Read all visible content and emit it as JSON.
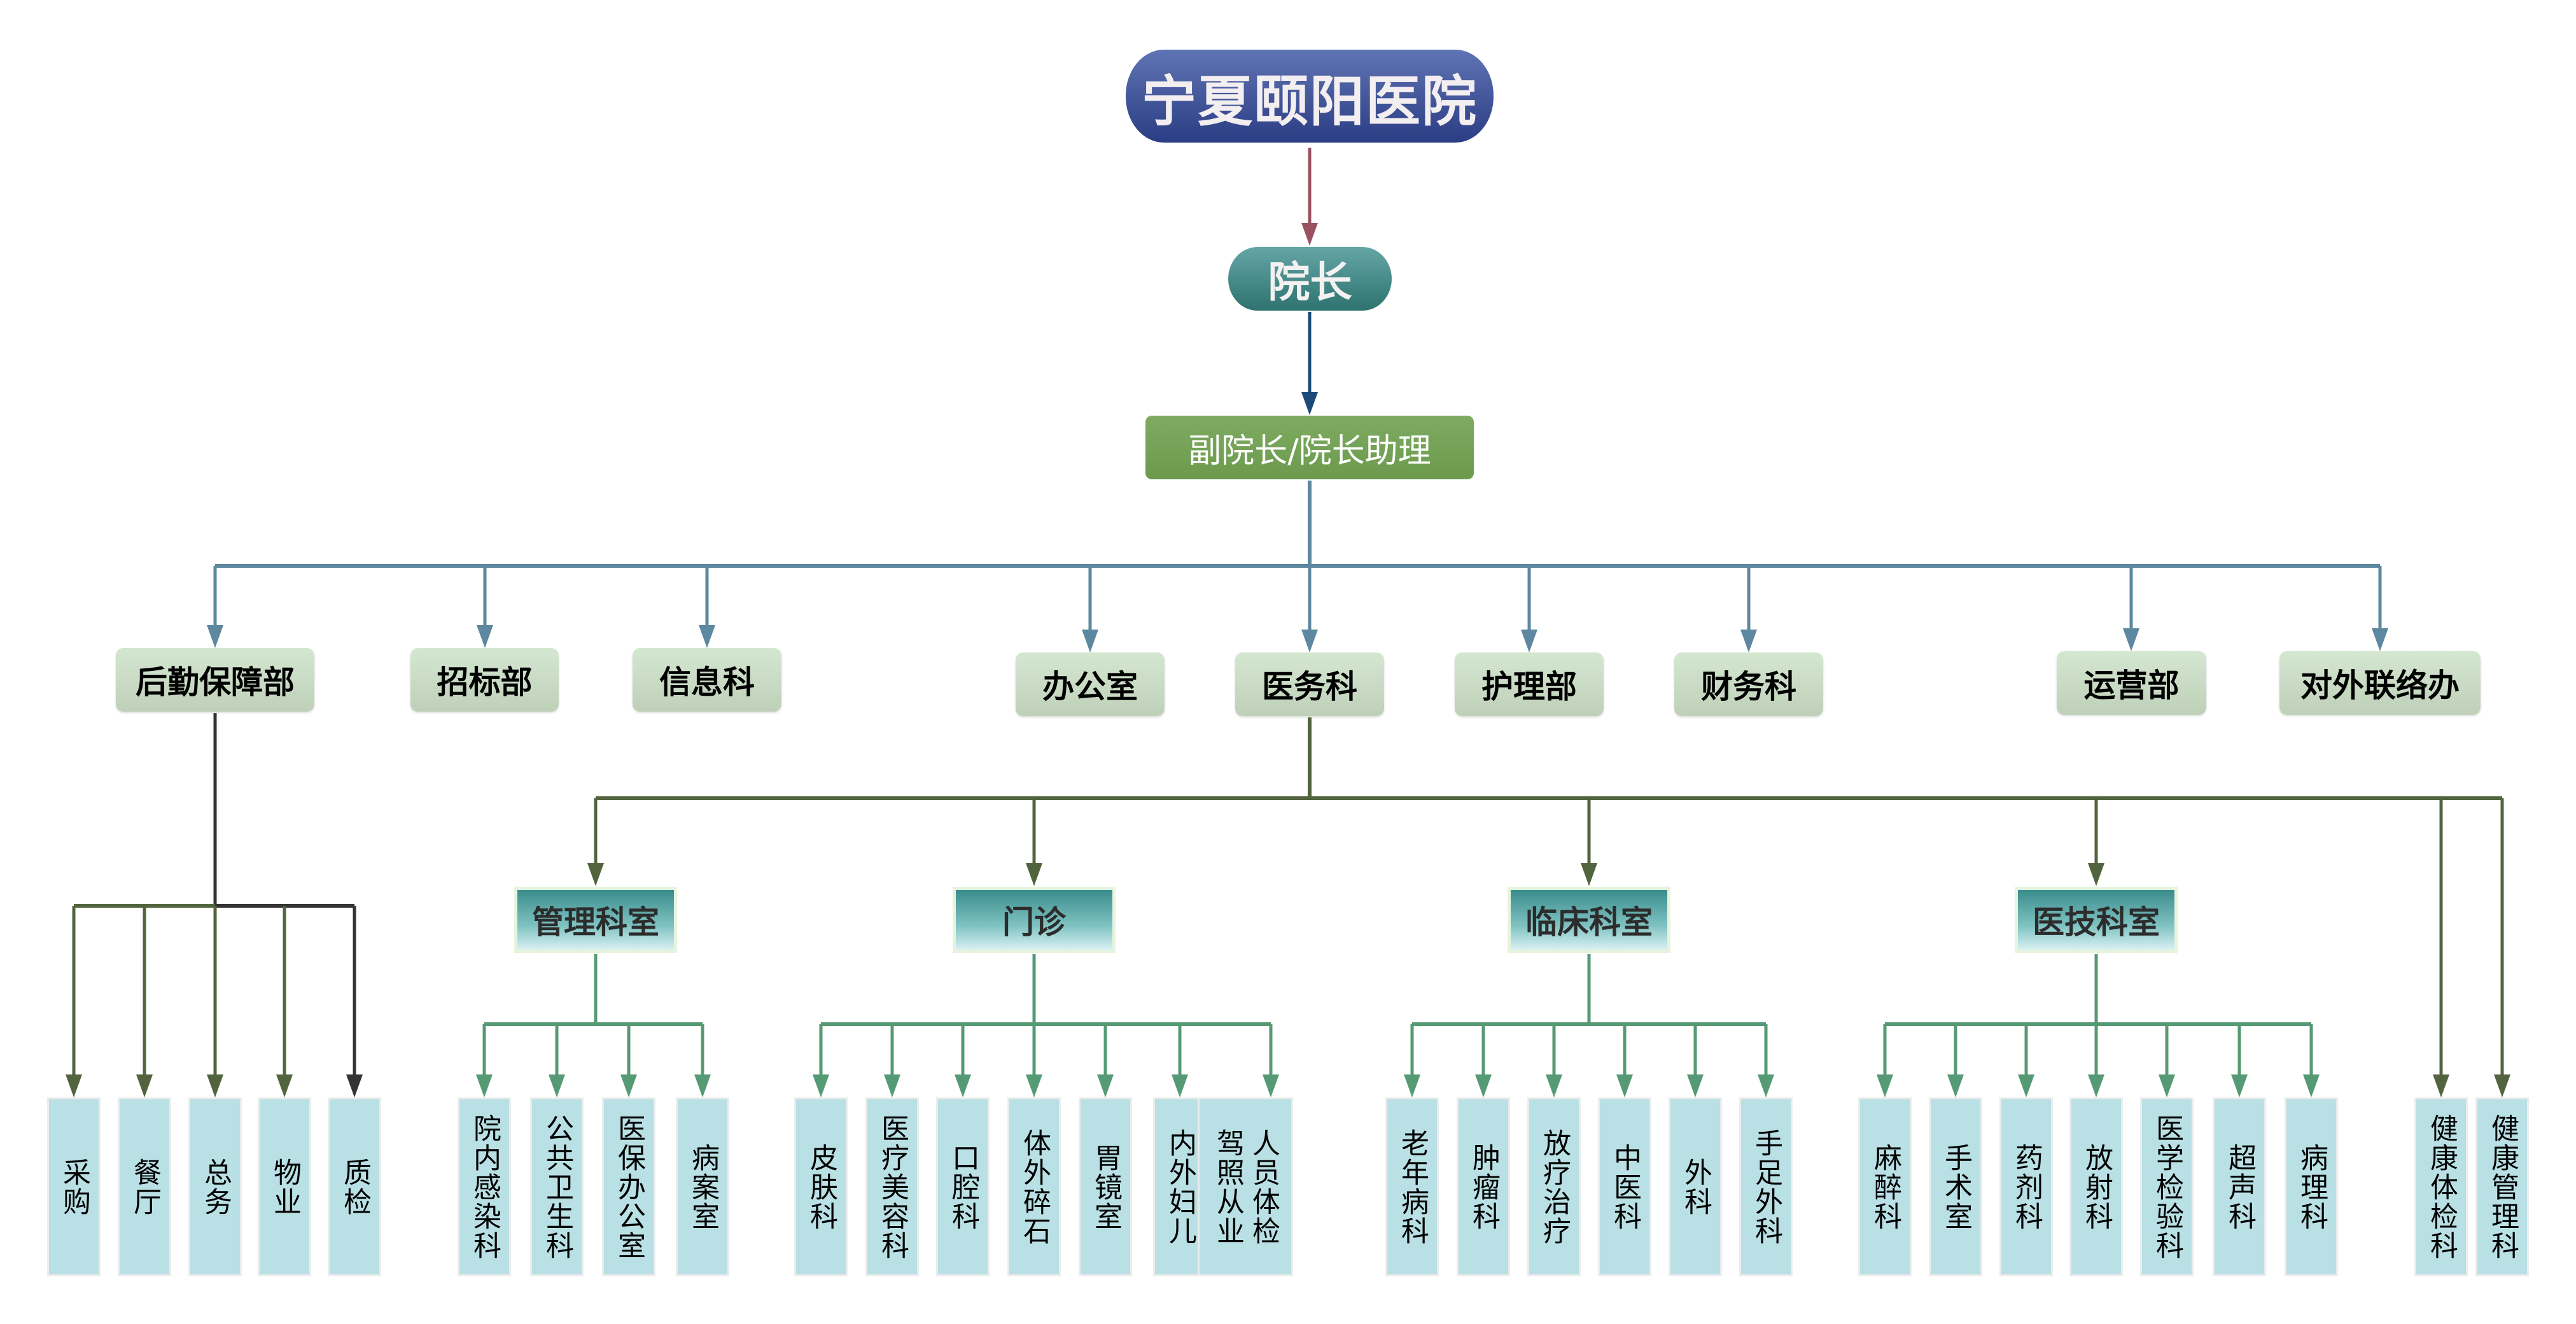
{
  "title": "宁夏颐阳医院",
  "dean": "院长",
  "vice": "副院长/院长助理",
  "colors": {
    "title_arrow": "#9a5260",
    "dean_arrow": "#1d4a78",
    "dept_lines": "#5e87a0",
    "logistics_lines": "#52643e",
    "logistics_last": "#333333",
    "medical_lines": "#52643e",
    "leaf_lines": "#559a74"
  },
  "departments": [
    {
      "label": "后勤保障部"
    },
    {
      "label": "招标部"
    },
    {
      "label": "信息科"
    },
    {
      "label": "办公室"
    },
    {
      "label": "医务科"
    },
    {
      "label": "护理部"
    },
    {
      "label": "财务科"
    },
    {
      "label": "运营部"
    },
    {
      "label": "对外联络办"
    }
  ],
  "logistics_units": [
    {
      "label": "采购"
    },
    {
      "label": "餐厅"
    },
    {
      "label": "总务"
    },
    {
      "label": "物业"
    },
    {
      "label": "质检"
    }
  ],
  "categories": [
    {
      "label": "管理科室",
      "units": [
        {
          "label": "院内感染科"
        },
        {
          "label": "公共卫生科"
        },
        {
          "label": "医保办公室"
        },
        {
          "label": "病案室"
        }
      ]
    },
    {
      "label": "门诊",
      "units": [
        {
          "label": "皮肤科"
        },
        {
          "label": "医疗美容科"
        },
        {
          "label": "口腔科"
        },
        {
          "label": "体外碎石"
        },
        {
          "label": "胃镜室"
        },
        {
          "label": "内外妇儿"
        },
        {
          "label": "驾照从业人员体检",
          "columns": [
            "人员体检",
            "驾照从业"
          ]
        }
      ]
    },
    {
      "label": "临床科室",
      "units": [
        {
          "label": "老年病科"
        },
        {
          "label": "肿瘤科"
        },
        {
          "label": "放疗治疗"
        },
        {
          "label": "中医科"
        },
        {
          "label": "外科"
        },
        {
          "label": "手足外科"
        }
      ]
    },
    {
      "label": "医技科室",
      "units": [
        {
          "label": "麻醉科"
        },
        {
          "label": "手术室"
        },
        {
          "label": "药剂科"
        },
        {
          "label": "放射科"
        },
        {
          "label": "医学检验科"
        },
        {
          "label": "超声科"
        },
        {
          "label": "病理科"
        }
      ]
    }
  ],
  "direct_units": [
    {
      "label": "健康体检科"
    },
    {
      "label": "健康管理科"
    }
  ]
}
